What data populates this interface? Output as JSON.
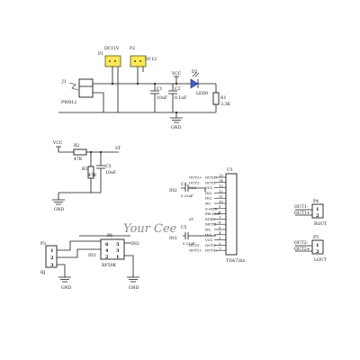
{
  "watermark": "Your Cee",
  "colors": {
    "wire": "#1a1a1a",
    "background": "#ffffff",
    "connector_highlight": "#ffe94a",
    "led": "#3d5ed6",
    "watermark": "#8a8a8a"
  },
  "power_section": {
    "p1": {
      "ref": "P1",
      "name": "DC11V"
    },
    "p2": {
      "ref": "P2",
      "name": "DC12"
    },
    "j1": {
      "ref": "J1",
      "name": "PWR12"
    },
    "c1": {
      "ref": "C1",
      "value": "10uF"
    },
    "c2": {
      "ref": "C2",
      "value": "0.1uF"
    },
    "vcc": "VCC",
    "gnd": "GND",
    "d2": {
      "ref": "D2",
      "name": "LED0"
    },
    "r1": {
      "ref": "R1",
      "value": "3.3K"
    }
  },
  "standby_section": {
    "vcc": "VCC",
    "r2": {
      "ref": "R2",
      "value": "47K"
    },
    "st": "ST",
    "r3": {
      "ref": "R3",
      "value": "47K"
    },
    "c3": {
      "ref": "C3",
      "value": "10uF"
    },
    "gnd": "GND"
  },
  "amplifier": {
    "ref": "U1",
    "part": "TDA72xx",
    "pins": [
      {
        "num": "15",
        "name": "OUT2+",
        "net": "OUT2+"
      },
      {
        "num": "14",
        "name": "OUT2-",
        "net": "OUT2-"
      },
      {
        "num": "13",
        "name": "VCC",
        "net": "VCC"
      },
      {
        "num": "12",
        "name": "IN2",
        "net": ""
      },
      {
        "num": "11",
        "name": "IN2",
        "net": ""
      },
      {
        "num": "10",
        "name": "NC",
        "net": ""
      },
      {
        "num": "9",
        "name": "S-GND",
        "net": ""
      },
      {
        "num": "8",
        "name": "PW-GND",
        "net": ""
      },
      {
        "num": "7",
        "name": "ST-BY",
        "net": "ST"
      },
      {
        "num": "6",
        "name": "MUTE",
        "net": ""
      },
      {
        "num": "5",
        "name": "NC",
        "net": ""
      },
      {
        "num": "4",
        "name": "IN1",
        "net": ""
      },
      {
        "num": "3",
        "name": "VCC",
        "net": ""
      },
      {
        "num": "2",
        "name": "OUT1-",
        "net": "OUT1-"
      },
      {
        "num": "1",
        "name": "OUT1+",
        "net": "OUT1+"
      }
    ],
    "c4": {
      "ref": "C4",
      "value": "0.22uF"
    },
    "c5": {
      "ref": "C5",
      "value": "0.22uF"
    },
    "in1_label": "IN1",
    "in2_label": "IN2"
  },
  "input_section": {
    "p3": {
      "ref": "P3",
      "name": "RJ"
    },
    "p3_pins": [
      "1",
      "2",
      "3"
    ],
    "p6": {
      "ref": "P6",
      "name": "RF50K"
    },
    "p6_pins": [
      [
        "6",
        "5"
      ],
      [
        "4",
        "3"
      ],
      [
        "2",
        "1"
      ]
    ],
    "in1": "IN1",
    "in2": "IN2",
    "gnd_left": "GND",
    "gnd_right": "GND"
  },
  "outputs": {
    "p4": {
      "ref": "P4",
      "name": "ROUT",
      "pins": [
        "1",
        "2"
      ],
      "nets": [
        "OUT1-",
        "OUT1+"
      ]
    },
    "p5": {
      "ref": "P5",
      "name": "LOUT",
      "pins": [
        "1",
        "2"
      ],
      "nets": [
        "OUT2-",
        "OUT2+"
      ]
    }
  }
}
